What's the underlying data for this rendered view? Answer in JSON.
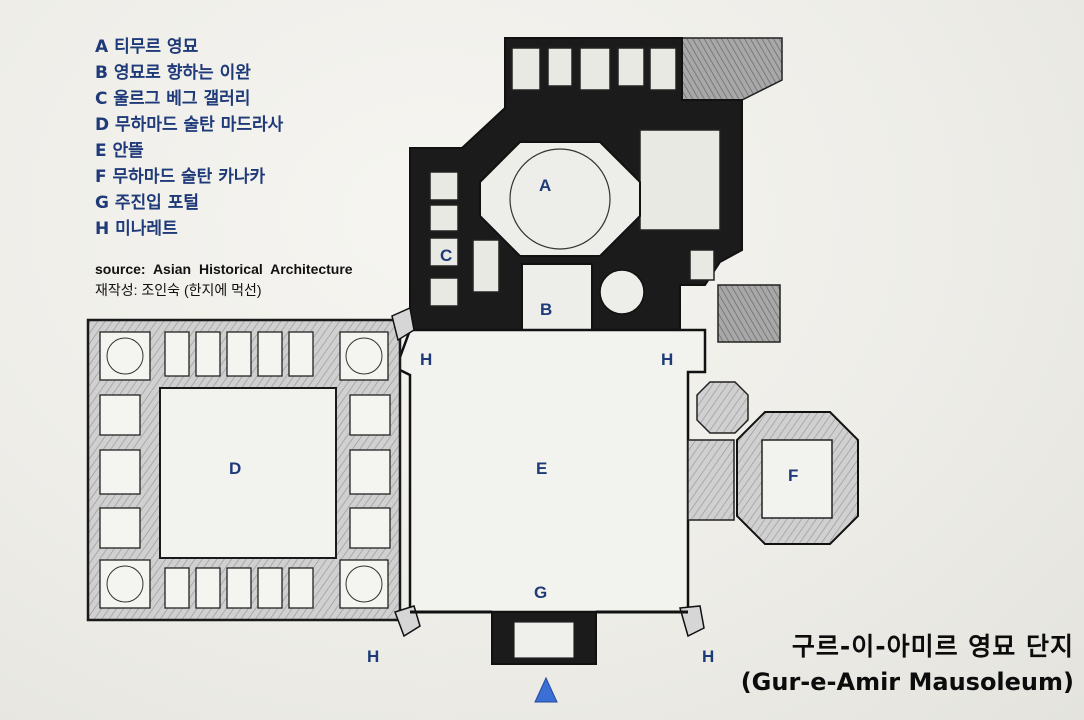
{
  "legend": [
    {
      "key": "A",
      "name": "티무르 영묘"
    },
    {
      "key": "B",
      "name": "영묘로 향하는 이완"
    },
    {
      "key": "C",
      "name": "울르그 베그 갤러리"
    },
    {
      "key": "D",
      "name": "무하마드 술탄 마드라사"
    },
    {
      "key": "E",
      "name": "안뜰"
    },
    {
      "key": "F",
      "name": "무하마드 술탄 카나카"
    },
    {
      "key": "G",
      "name": "주진입 포털"
    },
    {
      "key": "H",
      "name": "미나레트"
    }
  ],
  "source": {
    "credit": "source: Asian Historical Architecture",
    "remake": "재작성: 조인숙 (한지에 먹선)"
  },
  "title": {
    "korean": "구르-이-아미르 영묘 단지",
    "english": "(Gur-e-Amir Mausoleum)"
  },
  "plan_labels": {
    "A": "A",
    "B": "B",
    "C": "C",
    "D": "D",
    "E": "E",
    "F": "F",
    "G": "G",
    "H1": "H",
    "H2": "H",
    "H3": "H",
    "H4": "H"
  },
  "colors": {
    "ink": "#1a1a1a",
    "wall_fill": "#c7c7c7",
    "label_blue": "#1f3a78",
    "arrow_blue": "#3b6fd6"
  },
  "icons": {
    "entrance": "triangle-up-arrow"
  }
}
